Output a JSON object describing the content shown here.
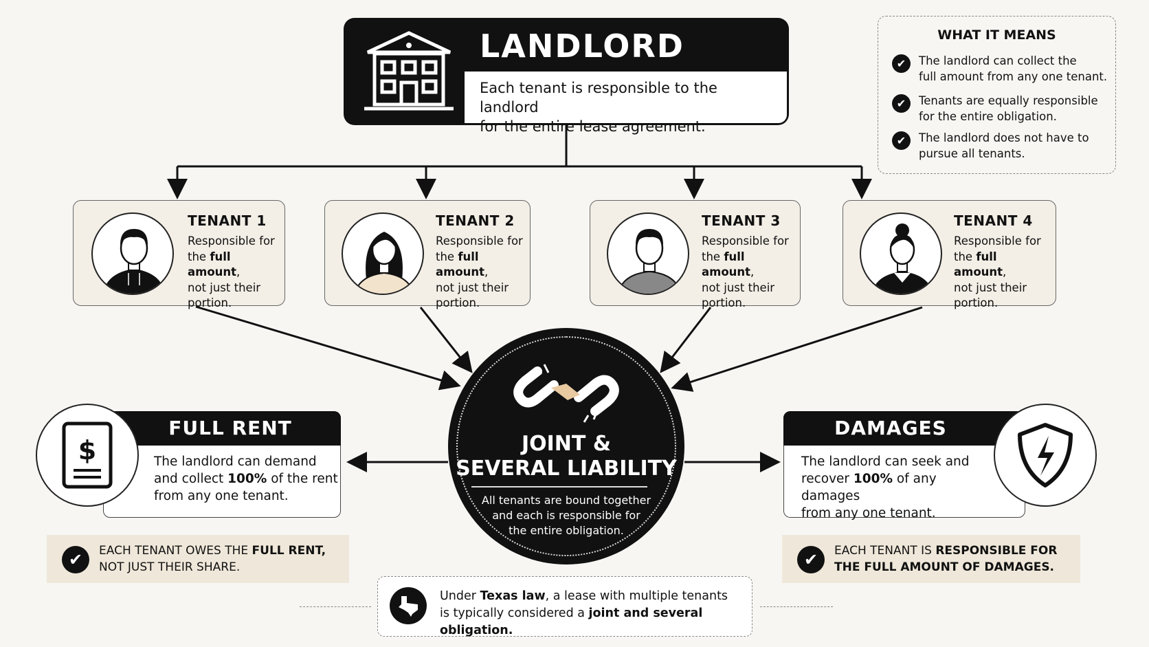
{
  "landlord": {
    "title": "LANDLORD",
    "line1": "Each tenant is responsible to the landlord",
    "line2": "for the entire lease agreement."
  },
  "what_it_means": {
    "title": "WHAT IT MEANS",
    "items": [
      {
        "l1": "The landlord can collect the",
        "l2": "full amount from any one tenant."
      },
      {
        "l1": "Tenants are equally responsible",
        "l2": "for the entire obligation."
      },
      {
        "l1": "The landlord does not have to",
        "l2": "pursue all tenants."
      }
    ]
  },
  "tenants": [
    {
      "title": "TENANT 1",
      "pre": "Responsible for",
      "the": "the ",
      "bold": "full amount",
      "post": ",",
      "l3": "not just their",
      "l4": "portion."
    },
    {
      "title": "TENANT 2",
      "pre": "Responsible for",
      "the": "the ",
      "bold": "full amount",
      "post": ",",
      "l3": "not just their",
      "l4": "portion."
    },
    {
      "title": "TENANT 3",
      "pre": "Responsible for",
      "the": "the ",
      "bold": "full amount",
      "post": ",",
      "l3": "not just their",
      "l4": "portion."
    },
    {
      "title": "TENANT 4",
      "pre": "Responsible for",
      "the": "the ",
      "bold": "full amount",
      "post": ",",
      "l3": "not just their",
      "l4": "portion."
    }
  ],
  "center": {
    "title1": "JOINT &",
    "title2": "SEVERAL LIABILITY",
    "l1": "All tenants are bound together",
    "l2": "and each is responsible for",
    "l3": "the entire obligation."
  },
  "full_rent": {
    "title": "FULL RENT",
    "l1": "The landlord can demand",
    "l2a": "and collect ",
    "l2b": "100%",
    "l2c": " of the rent",
    "l3": "from any one tenant.",
    "ribbon_a": "EACH TENANT OWES THE ",
    "ribbon_b": "FULL RENT,",
    "ribbon_c": "NOT JUST THEIR SHARE."
  },
  "damages": {
    "title": "DAMAGES",
    "l1": "The landlord can seek and",
    "l2a": "recover ",
    "l2b": "100%",
    "l2c": " of any damages",
    "l3": "from any one tenant.",
    "ribbon_a": "EACH TENANT IS ",
    "ribbon_b": "RESPONSIBLE FOR",
    "ribbon_c": "THE FULL AMOUNT OF DAMAGES."
  },
  "texas": {
    "a": "Under ",
    "b": "Texas law",
    "c": ", a lease with multiple tenants",
    "d": "is typically considered a ",
    "e": "joint and several obligation."
  },
  "icons": {
    "landlord": "building-icon",
    "check": "check-icon",
    "center": "broken-chain-icon",
    "full_rent": "dollar-document-icon",
    "damages": "broken-shield-icon",
    "texas": "texas-map-icon"
  }
}
